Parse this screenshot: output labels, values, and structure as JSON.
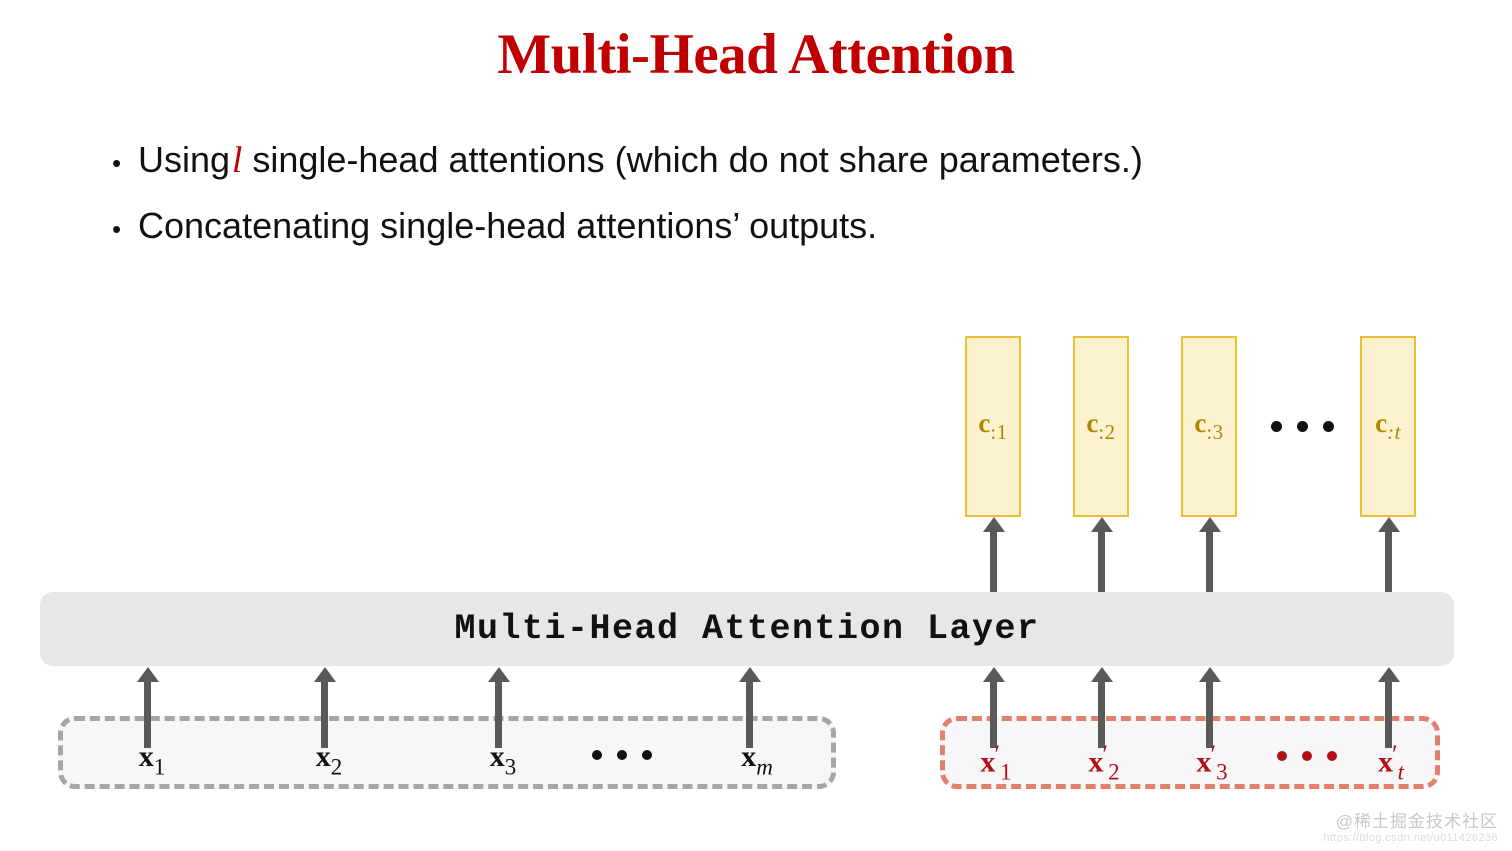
{
  "slide": {
    "title": "Multi-Head Attention",
    "title_color": "#C00000",
    "background": "#FFFFFF"
  },
  "bullets": [
    {
      "marker": "•",
      "text_before": "Using",
      "math_symbol": "l",
      "text_after": "single-head attentions (which do not share parameters.)"
    },
    {
      "marker": "•",
      "text_before": "Concatenating single-head attentions’ outputs.",
      "math_symbol": "",
      "text_after": ""
    }
  ],
  "diagram": {
    "layer": {
      "label": "Multi-Head Attention Layer",
      "fill_color": "#E7E7E7"
    },
    "outputs": {
      "box_fill": "#FDF2CE",
      "box_border": "#E8BF35",
      "label_color": "#B08600",
      "items": [
        {
          "symbol": "c",
          "subscript": ":1",
          "subscript_italic": false
        },
        {
          "symbol": "c",
          "subscript": ":2",
          "subscript_italic": false
        },
        {
          "symbol": "c",
          "subscript": ":3",
          "subscript_italic": false
        },
        {
          "symbol": "c",
          "subscript": ":t",
          "subscript_italic": true
        }
      ],
      "ellipsis": "• • •"
    },
    "inputs_left": {
      "border_color": "#A6A6A6",
      "label_color": "#111111",
      "items": [
        {
          "symbol": "x",
          "prime": "",
          "subscript": "1",
          "subscript_italic": false
        },
        {
          "symbol": "x",
          "prime": "",
          "subscript": "2",
          "subscript_italic": false
        },
        {
          "symbol": "x",
          "prime": "",
          "subscript": "3",
          "subscript_italic": false
        },
        {
          "symbol": "x",
          "prime": "",
          "subscript": "m",
          "subscript_italic": true
        }
      ],
      "ellipsis": "• • •"
    },
    "inputs_right": {
      "border_color": "#E0806E",
      "label_color": "#B01217",
      "items": [
        {
          "symbol": "x",
          "prime": "′",
          "subscript": "1",
          "subscript_italic": false
        },
        {
          "symbol": "x",
          "prime": "′",
          "subscript": "2",
          "subscript_italic": false
        },
        {
          "symbol": "x",
          "prime": "′",
          "subscript": "3",
          "subscript_italic": false
        },
        {
          "symbol": "x",
          "prime": "′",
          "subscript": "t",
          "subscript_italic": true
        }
      ],
      "ellipsis": "• • •"
    },
    "arrow_color": "#595959"
  },
  "watermark": {
    "name": "@稀土掘金技术社区",
    "url": "https://blog.csdn.net/u011426236"
  }
}
